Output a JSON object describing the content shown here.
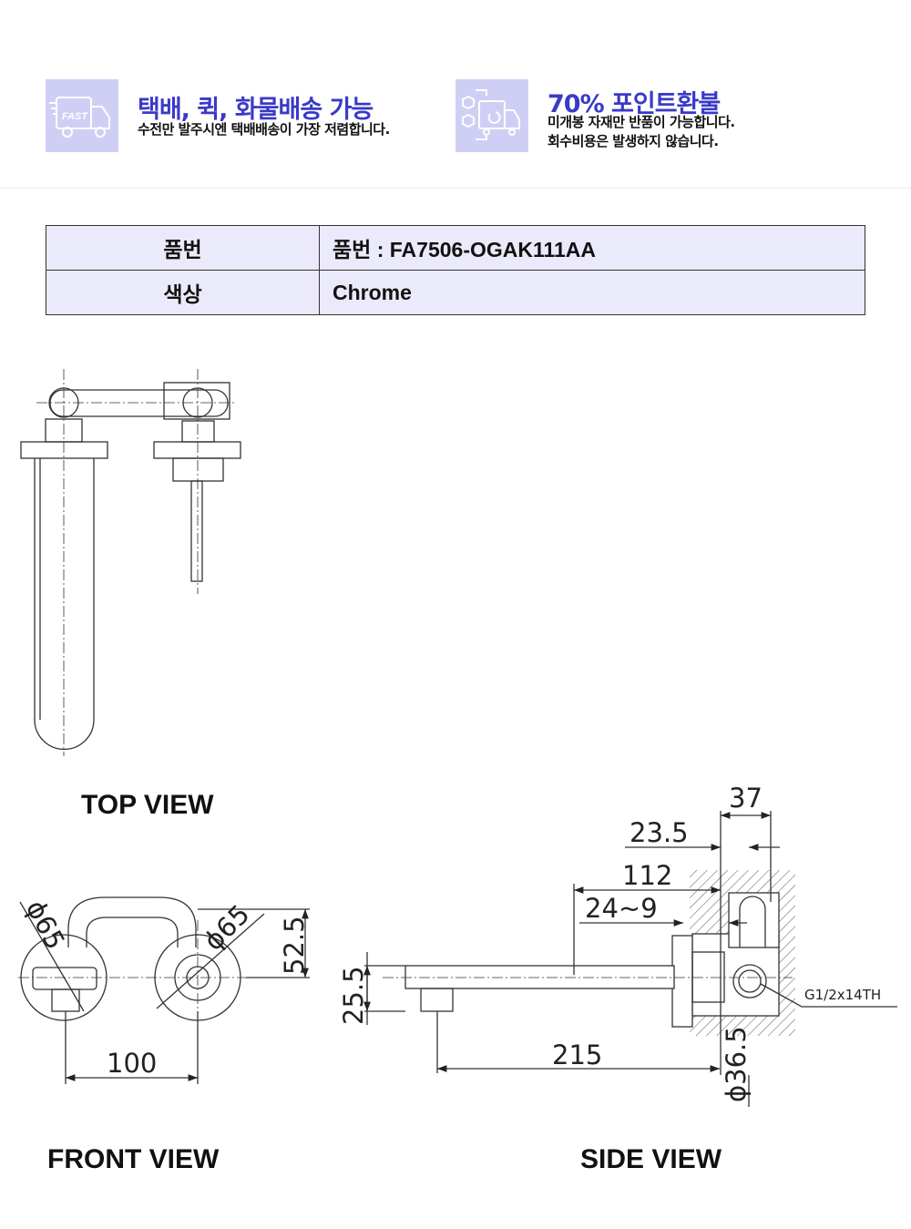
{
  "banner": [
    {
      "icon": "fast-delivery-truck-icon",
      "icon_text": "FAST",
      "title": "택배, 퀵, 화물배송 가능",
      "lines": [
        "수전만 발주시엔 택배배송이 가장 저렴합니다."
      ]
    },
    {
      "icon": "return-box-truck-icon",
      "title": "70% 포인트환불",
      "lines": [
        "미개봉 자재만 반품이 가능합니다.",
        "회수비용은 발생하지 않습니다."
      ]
    }
  ],
  "spec": [
    {
      "key": "품번",
      "value": "품번 : FA7506-OGAK111AA"
    },
    {
      "key": "색상",
      "value": "Chrome"
    }
  ],
  "views": {
    "top": "TOP VIEW",
    "front": "FRONT VIEW",
    "side": "SIDE VIEW"
  },
  "dims": {
    "front": {
      "d1": "ϕ65",
      "d2": "ϕ65",
      "h": "52.5",
      "w": "100"
    },
    "side": {
      "a": "37",
      "b": "23.5",
      "c": "112",
      "d": "24~9",
      "e": "25.5",
      "f": "215",
      "g": "ϕ36.5",
      "thread": "G1/2x14TH"
    }
  },
  "colors": {
    "accent": "#3a3ac8",
    "badge": "#cfcff5",
    "table": "#eaeafb"
  }
}
